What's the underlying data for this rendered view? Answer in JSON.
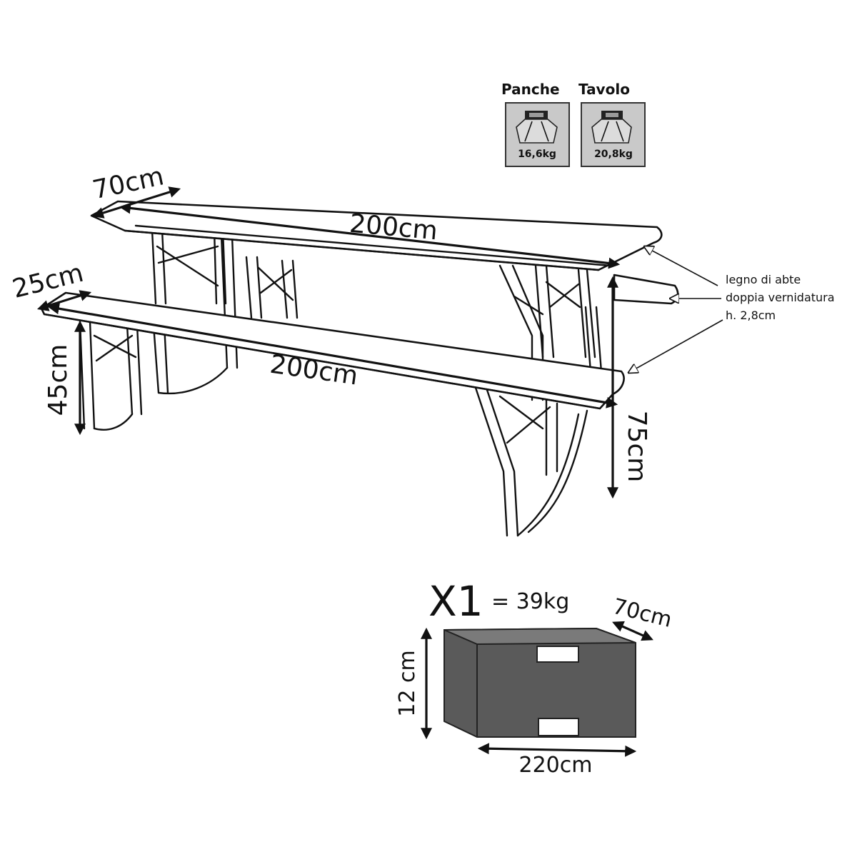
{
  "weights": {
    "benches": {
      "title": "Panche",
      "value": "16,6kg"
    },
    "table": {
      "title": "Tavolo",
      "value": "20,8kg"
    }
  },
  "dimensions": {
    "table_depth": "70cm",
    "table_length": "200cm",
    "bench_depth": "25cm",
    "bench_length": "200cm",
    "bench_height": "45cm",
    "table_height": "75cm"
  },
  "material_note": {
    "line1": "legno di abte",
    "line2": "doppia vernidatura",
    "line3": "h. 2,8cm"
  },
  "package": {
    "quantity": "X1",
    "weight": "= 39kg",
    "depth": "70cm",
    "height": "12 cm",
    "length": "220cm"
  },
  "colors": {
    "package_fill": "#5a5a5a",
    "package_top": "#7a7a7a",
    "icon_bg": "#c9c9c9"
  }
}
